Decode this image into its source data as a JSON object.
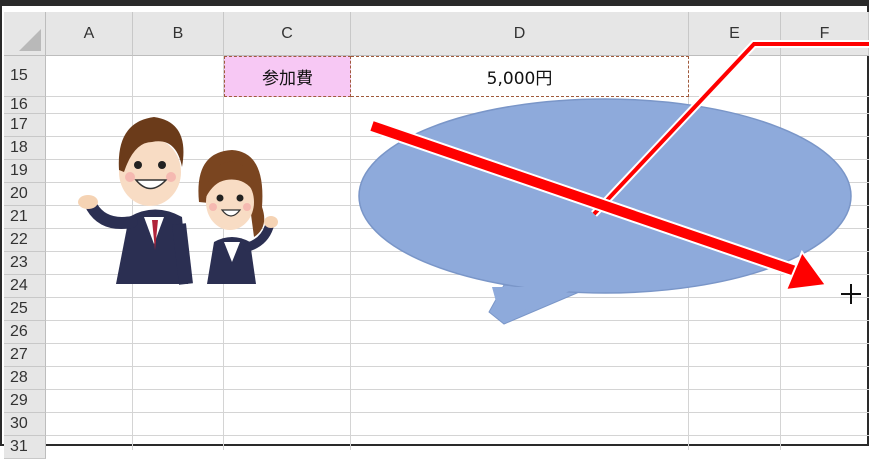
{
  "columns": [
    "A",
    "B",
    "C",
    "D",
    "E",
    "F"
  ],
  "rows": [
    "15",
    "16",
    "17",
    "18",
    "19",
    "20",
    "21",
    "22",
    "23",
    "24",
    "25",
    "26",
    "27",
    "28",
    "29",
    "30",
    "31"
  ],
  "cells": {
    "c15": "参加費",
    "d15": "5,000円"
  },
  "colors": {
    "label_cell_fill": "#f7c8f4",
    "callout_fill": "#8eaadb",
    "arrow": "#ff0000",
    "header_bg": "#e6e6e6"
  },
  "icons": [
    "crosshair-cursor-icon",
    "business-people-illustration"
  ]
}
